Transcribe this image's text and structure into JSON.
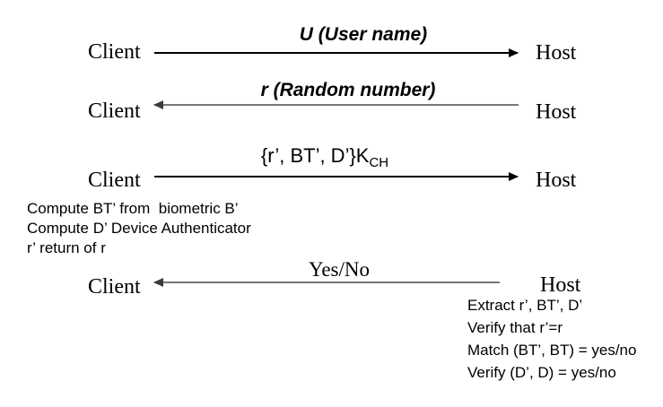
{
  "diagram": {
    "rows": [
      {
        "client": "Client",
        "host": "Host",
        "label": "U (User name)",
        "direction": "client-to-host"
      },
      {
        "client": "Client",
        "host": "Host",
        "label": "r (Random number)",
        "direction": "host-to-client"
      },
      {
        "client": "Client",
        "host": "Host",
        "label_main": "{r’, BT’, D’}K",
        "label_sub": "CH",
        "direction": "client-to-host"
      },
      {
        "client": "Client",
        "host": "Host",
        "label": "Yes/No",
        "direction": "host-to-client"
      }
    ],
    "client_notes": [
      "Compute BT’ from  biometric B’",
      "Compute D’ Device Authenticator",
      "r’ return of r"
    ],
    "host_notes": [
      "Extract r’, BT’, D’",
      "Verify that r’=r",
      "Match (BT’, BT) = yes/no",
      "Verify (D’, D) = yes/no"
    ],
    "colors": {
      "forward_arrow": "#000000",
      "reverse_arrow": "#777777",
      "text": "#000000",
      "background": "#ffffff"
    }
  }
}
